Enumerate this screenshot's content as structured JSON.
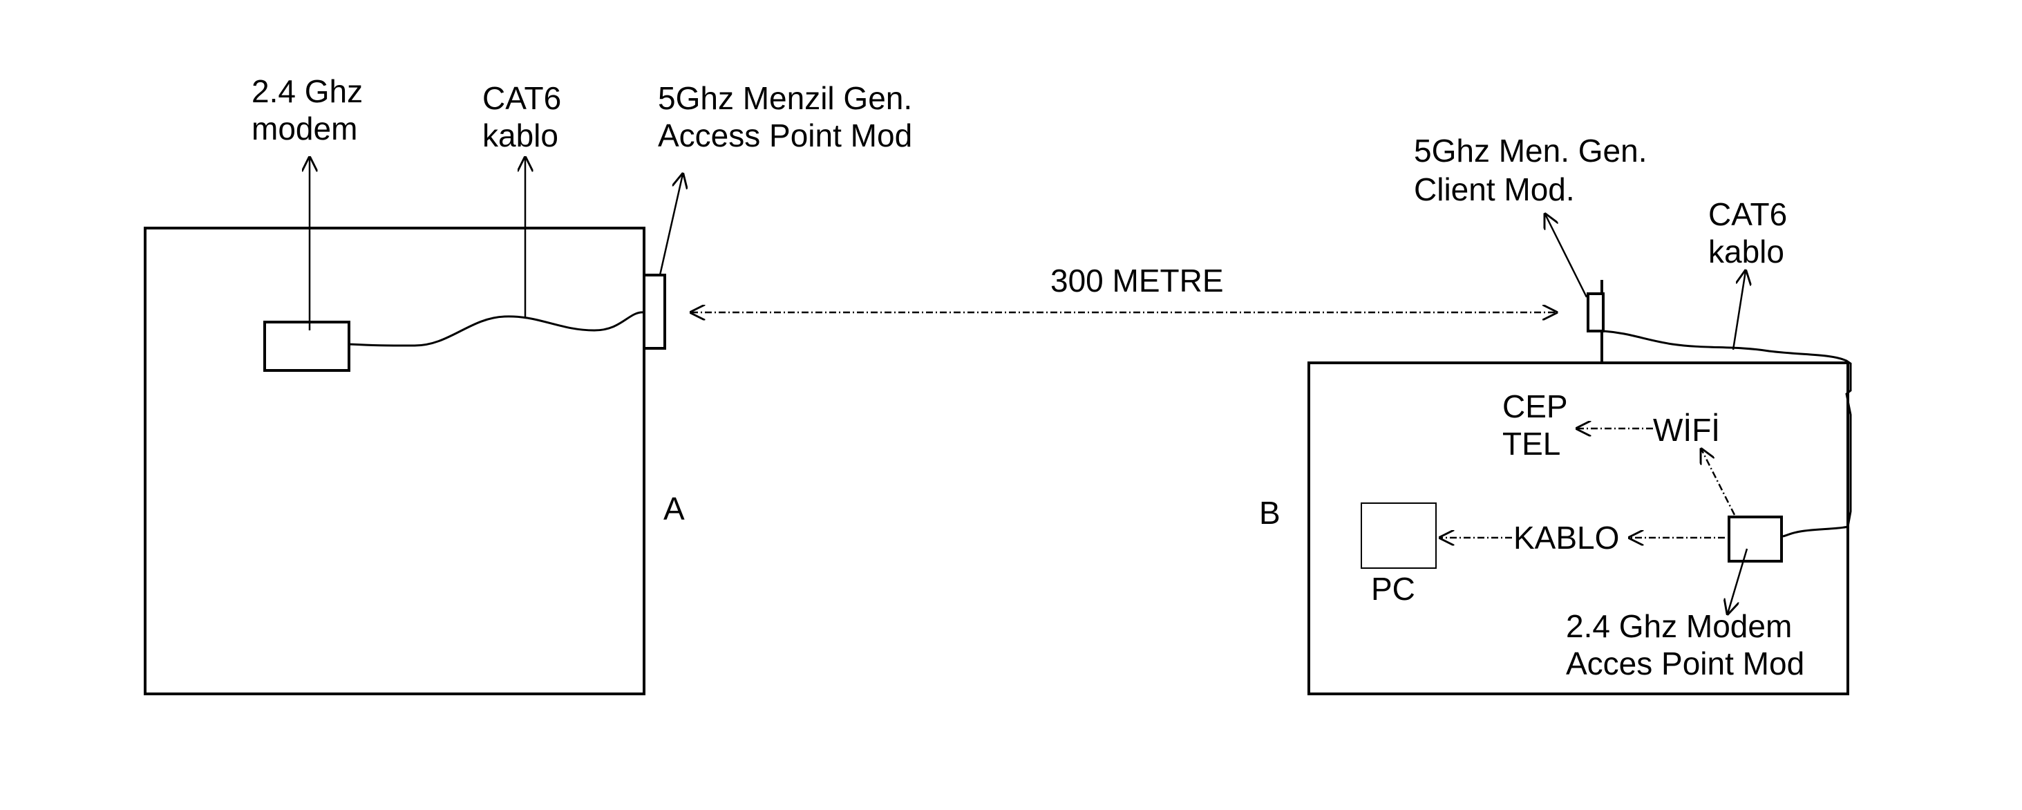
{
  "labels": {
    "modem_24": [
      "2.4 Ghz",
      "modem"
    ],
    "cat6_a": [
      "CAT6",
      "kablo"
    ],
    "ap_5ghz": [
      "5Ghz Menzil Gen.",
      "Access Point Mod"
    ],
    "distance": "300 METRE",
    "client_5ghz": [
      "5Ghz Men. Gen.",
      "Client Mod."
    ],
    "cat6_b": [
      "CAT6",
      "kablo"
    ],
    "building_a": "A",
    "building_b": "B",
    "phone": [
      "CEP",
      "TEL"
    ],
    "wifi": "WİFİ",
    "cable": "KABLO",
    "pc": "PC",
    "modem_b": [
      "2.4 Ghz Modem",
      "Acces Point Mod"
    ]
  }
}
